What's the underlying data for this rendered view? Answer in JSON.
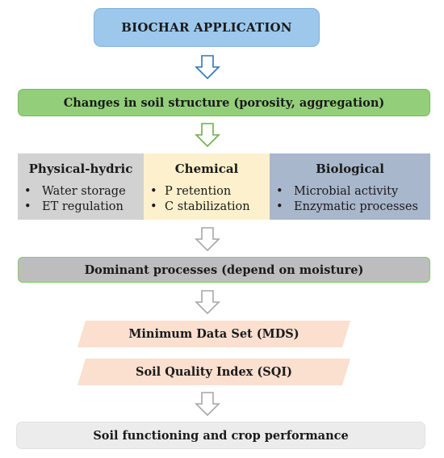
{
  "top": {
    "label": "BIOCHAR APPLICATION"
  },
  "structure": {
    "label": "Changes in soil structure (porosity, aggregation)"
  },
  "panels": [
    {
      "title": "Physical-hydric",
      "items": [
        "Water storage",
        "ET regulation"
      ]
    },
    {
      "title": "Chemical",
      "items": [
        "P retention",
        "C stabilization"
      ]
    },
    {
      "title": "Biological",
      "items": [
        "Microbial activity",
        "Enzymatic processes"
      ]
    }
  ],
  "dominant": {
    "label": "Dominant processes (depend on moisture)"
  },
  "mds": {
    "label": "Minimum Data Set (MDS)"
  },
  "sqi": {
    "label": "Soil Quality Index (SQI)"
  },
  "final": {
    "label": "Soil functioning and crop performance"
  },
  "colors": {
    "top_fill": "#9dc8ec",
    "structure_fill": "#93cf7b",
    "physical_fill": "#d2d2d2",
    "chemical_fill": "#fcf1cc",
    "biological_fill": "#a9b7cc",
    "dominant_fill": "#bdbdbd",
    "index_fill": "#fbdfcf",
    "final_fill": "#ececec",
    "arrow_blue": "#2e74b5",
    "arrow_green": "#70ad47",
    "arrow_gray": "#a6a6a6"
  }
}
